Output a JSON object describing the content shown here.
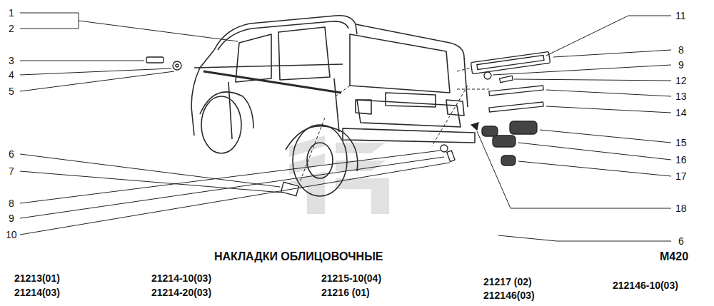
{
  "diagram": {
    "title": "НАКЛАДКИ ОБЛИЦОВОЧНЫЕ",
    "labels": [
      "1",
      "2",
      "3",
      "4",
      "5",
      "6",
      "7",
      "8",
      "9",
      "10",
      "11",
      "8",
      "9",
      "12",
      "13",
      "14",
      "15",
      "16",
      "17",
      "18",
      "6",
      "М420",
      "21213(01)",
      "21214(03)",
      "21214-10(03)",
      "21214-20(03)",
      "21215-10(04)",
      "21216 (01)",
      "21217 (02)",
      "212146(03)",
      "212146-10(03)"
    ]
  }
}
